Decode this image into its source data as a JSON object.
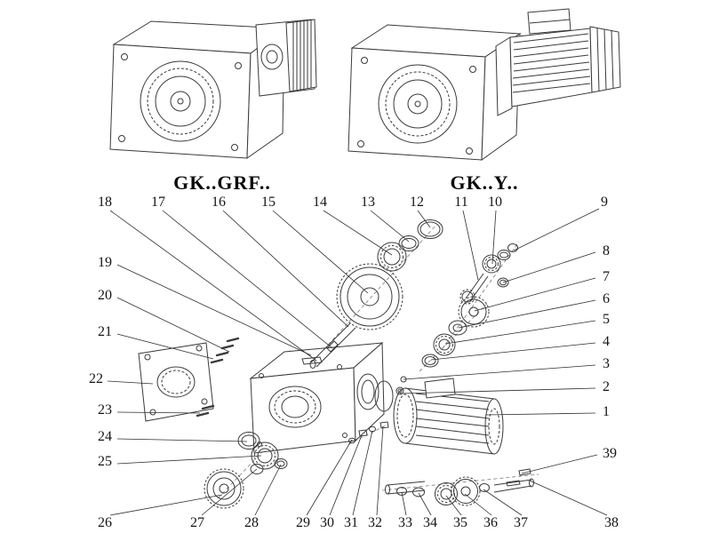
{
  "models": {
    "left": "GK..GRF..",
    "right": "GK..Y.."
  },
  "callouts": {
    "top": [
      "18",
      "17",
      "16",
      "15",
      "14",
      "13",
      "12",
      "11",
      "10",
      "9"
    ],
    "left": [
      "19",
      "20",
      "21",
      "22",
      "23",
      "24",
      "25"
    ],
    "right": [
      "8",
      "7",
      "6",
      "5",
      "4",
      "3",
      "2",
      "1",
      "39"
    ],
    "bottom": [
      "26",
      "27",
      "28",
      "29",
      "30",
      "31",
      "32",
      "33",
      "34",
      "35",
      "36",
      "37",
      "38"
    ]
  },
  "colors": {
    "ink": "#3a3a3a",
    "background": "#ffffff"
  }
}
